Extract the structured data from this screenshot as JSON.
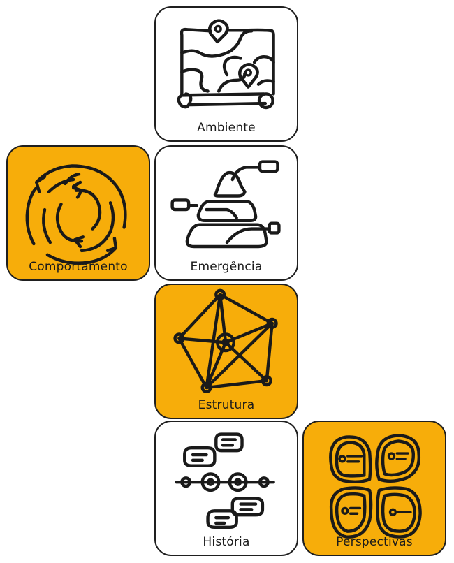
{
  "tiles": [
    {
      "label": "Ambiente",
      "icon": "map-icon",
      "fill": "#ffffff"
    },
    {
      "label": "Comportamento",
      "icon": "cycle-arrows-icon",
      "fill": "#f7ad0a"
    },
    {
      "label": "Emergência",
      "icon": "pyramid-icon",
      "fill": "#ffffff"
    },
    {
      "label": "Estrutura",
      "icon": "network-icon",
      "fill": "#f7ad0a"
    },
    {
      "label": "História",
      "icon": "timeline-icon",
      "fill": "#ffffff"
    },
    {
      "label": "Perspectivas",
      "icon": "four-perspectives-icon",
      "fill": "#f7ad0a"
    }
  ],
  "colors": {
    "accent": "#f7ad0a",
    "stroke": "#1a1a1a",
    "tile_white": "#ffffff"
  }
}
